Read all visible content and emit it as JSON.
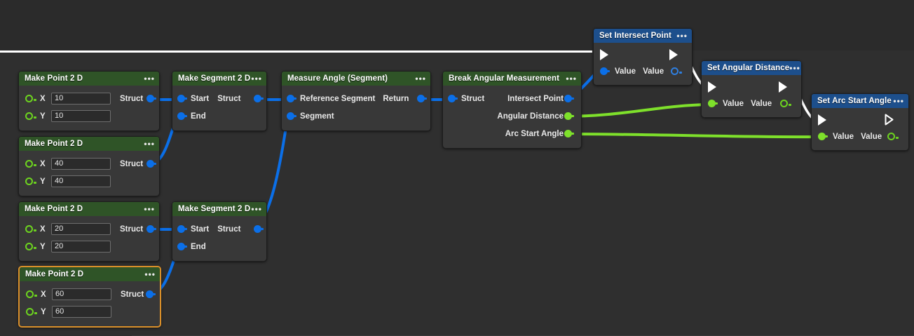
{
  "app": {
    "kind": "blueprint-node-graph",
    "background_color": "#2f2f2f",
    "colors": {
      "header_function": "#2f5427",
      "header_setter": "#1d4f8c",
      "node_body": "#383838",
      "wire_struct": "#0b6fe8",
      "wire_float": "#7ee02b",
      "wire_exec": "#ffffff",
      "selection": "#d98f2a",
      "input_field": "#2b2b2b"
    }
  },
  "nodes": [
    {
      "id": "make-point-2d-1",
      "title": "Make Point 2 D",
      "header_style": "green",
      "selected": false,
      "menu": "•••",
      "inputs": [
        {
          "label": "X",
          "value": "10",
          "pin": "green-hollow"
        },
        {
          "label": "Y",
          "value": "10",
          "pin": "green-hollow"
        }
      ],
      "outputs": [
        {
          "label": "Struct",
          "pin": "blue-filled"
        }
      ]
    },
    {
      "id": "make-point-2d-2",
      "title": "Make Point 2 D",
      "header_style": "green",
      "selected": false,
      "menu": "•••",
      "inputs": [
        {
          "label": "X",
          "value": "40",
          "pin": "green-hollow"
        },
        {
          "label": "Y",
          "value": "40",
          "pin": "green-hollow"
        }
      ],
      "outputs": [
        {
          "label": "Struct",
          "pin": "blue-filled"
        }
      ]
    },
    {
      "id": "make-point-2d-3",
      "title": "Make Point 2 D",
      "header_style": "green",
      "selected": false,
      "menu": "•••",
      "inputs": [
        {
          "label": "X",
          "value": "20",
          "pin": "green-hollow"
        },
        {
          "label": "Y",
          "value": "20",
          "pin": "green-hollow"
        }
      ],
      "outputs": [
        {
          "label": "Struct",
          "pin": "blue-filled"
        }
      ]
    },
    {
      "id": "make-point-2d-4",
      "title": "Make Point 2 D",
      "header_style": "green",
      "selected": true,
      "menu": "•••",
      "inputs": [
        {
          "label": "X",
          "value": "60",
          "pin": "green-hollow"
        },
        {
          "label": "Y",
          "value": "60",
          "pin": "green-hollow"
        }
      ],
      "outputs": [
        {
          "label": "Struct",
          "pin": "blue-filled"
        }
      ]
    },
    {
      "id": "make-segment-2d-1",
      "title": "Make Segment 2 D",
      "header_style": "green",
      "selected": false,
      "menu": "•••",
      "inputs": [
        {
          "label": "Start",
          "pin": "blue-filled"
        },
        {
          "label": "End",
          "pin": "blue-filled"
        }
      ],
      "outputs": [
        {
          "label": "Struct",
          "pin": "blue-filled"
        }
      ]
    },
    {
      "id": "make-segment-2d-2",
      "title": "Make Segment 2 D",
      "header_style": "green",
      "selected": false,
      "menu": "•••",
      "inputs": [
        {
          "label": "Start",
          "pin": "blue-filled"
        },
        {
          "label": "End",
          "pin": "blue-filled"
        }
      ],
      "outputs": [
        {
          "label": "Struct",
          "pin": "blue-filled"
        }
      ]
    },
    {
      "id": "measure-angle-segment",
      "title": "Measure Angle (Segment)",
      "header_style": "green",
      "selected": false,
      "menu": "•••",
      "inputs": [
        {
          "label": "Reference Segment",
          "pin": "blue-filled"
        },
        {
          "label": "Segment",
          "pin": "blue-filled"
        }
      ],
      "outputs": [
        {
          "label": "Return",
          "pin": "blue-filled"
        }
      ]
    },
    {
      "id": "break-angular-measurement",
      "title": "Break Angular Measurement",
      "header_style": "green",
      "selected": false,
      "menu": "•••",
      "inputs": [
        {
          "label": "Struct",
          "pin": "blue-filled"
        }
      ],
      "outputs": [
        {
          "label": "Intersect Point",
          "pin": "blue-filled"
        },
        {
          "label": "Angular Distance",
          "pin": "green-filled"
        },
        {
          "label": "Arc Start Angle",
          "pin": "green-filled"
        }
      ]
    },
    {
      "id": "set-intersect-point",
      "title": "Set Intersect Point",
      "header_style": "blue",
      "selected": false,
      "menu": "•••",
      "exec_in": "filled",
      "exec_out": "filled",
      "inputs": [
        {
          "label": "Value",
          "pin": "blue-filled"
        }
      ],
      "outputs": [
        {
          "label": "Value",
          "pin": "blue-hollow"
        }
      ]
    },
    {
      "id": "set-angular-distance",
      "title": "Set Angular Distance",
      "header_style": "blue",
      "selected": false,
      "menu": "•••",
      "exec_in": "filled",
      "exec_out": "filled",
      "inputs": [
        {
          "label": "Value",
          "pin": "green-filled"
        }
      ],
      "outputs": [
        {
          "label": "Value",
          "pin": "green-hollow"
        }
      ]
    },
    {
      "id": "set-arc-start-angle",
      "title": "Set Arc Start Angle",
      "header_style": "blue",
      "selected": false,
      "menu": "•••",
      "exec_in": "filled",
      "exec_out": "hollow",
      "inputs": [
        {
          "label": "Value",
          "pin": "green-filled"
        }
      ],
      "outputs": [
        {
          "label": "Value",
          "pin": "green-hollow"
        }
      ]
    }
  ]
}
